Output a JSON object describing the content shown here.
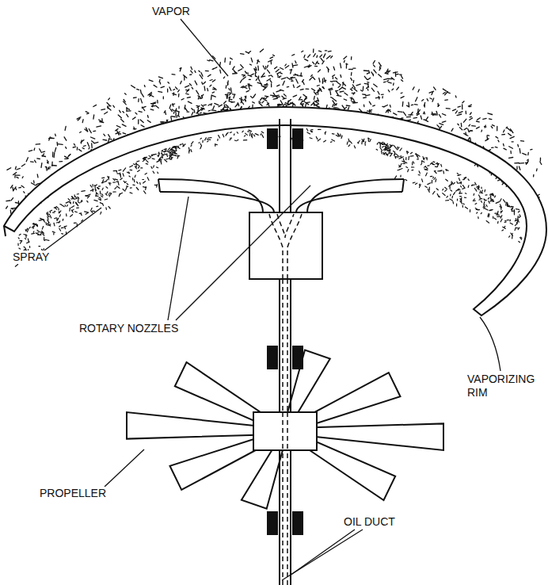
{
  "diagram": {
    "labels": [
      "VAPOR",
      "SPRAY",
      "ROTARY NOZZLES",
      "VAPORIZING RIM",
      "PROPELLER",
      "OIL DUCT"
    ]
  }
}
